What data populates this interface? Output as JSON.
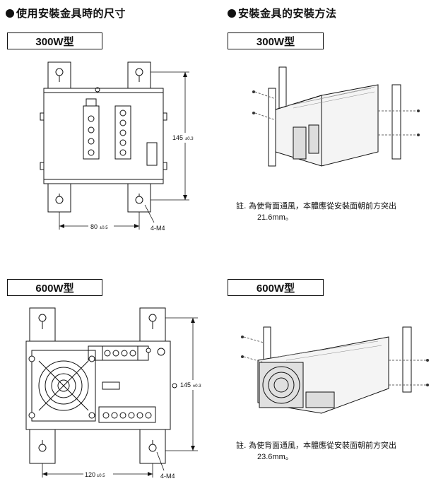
{
  "left_heading": "使用安裝金具時的尺寸",
  "right_heading": "安裝金具的安裝方法",
  "sections": {
    "w300": {
      "label": "300W型",
      "height_dim": "145",
      "height_tol": "±0.3",
      "width_dim": "80",
      "width_tol": "±0.5",
      "screw": "4-M4"
    },
    "w600": {
      "label": "600W型",
      "height_dim": "145",
      "height_tol": "±0.3",
      "width_dim": "120",
      "width_tol": "±0.5",
      "screw": "4-M4"
    }
  },
  "notes": {
    "w300": {
      "line1": "註. 為使背面通風，本體應從安裝面朝前方突出",
      "line2": "21.6mm。"
    },
    "w600": {
      "line1": "註. 為使背面通風，本體應從安裝面朝前方突出",
      "line2": "23.6mm。"
    }
  }
}
